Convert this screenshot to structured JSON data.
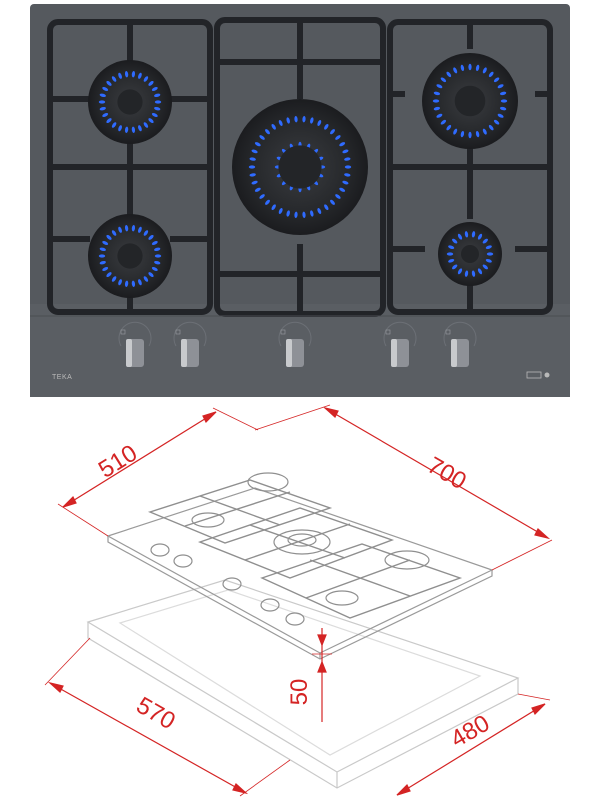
{
  "product": {
    "brand_mark": "TEKA",
    "colors": {
      "glass": "#55595e",
      "grate": "#2b2d31",
      "flame": "#2f6bff",
      "dimension_line": "#d42424"
    },
    "burners": 5,
    "knobs": 5
  },
  "dimensions": {
    "depth": "510",
    "width": "700",
    "cutout_width": "570",
    "cutout_depth": "480",
    "height": "50"
  }
}
